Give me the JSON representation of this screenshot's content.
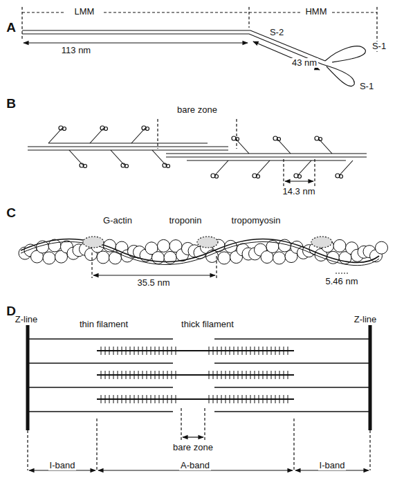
{
  "diagram": {
    "labels": [
      "A",
      "LMM",
      "HMM",
      "113 nm",
      "S-2",
      "43 nm",
      "S-1",
      "S-1",
      "B",
      "bare zone",
      "14.3 nm",
      "C",
      "G-actin",
      "troponin",
      "tropomyosin",
      "35.5 nm",
      "5.46 nm",
      "D",
      "Z-line",
      "thin filament",
      "thick filament",
      "Z-line",
      "bare zone",
      "I-band",
      "A-band",
      "I-band"
    ]
  }
}
